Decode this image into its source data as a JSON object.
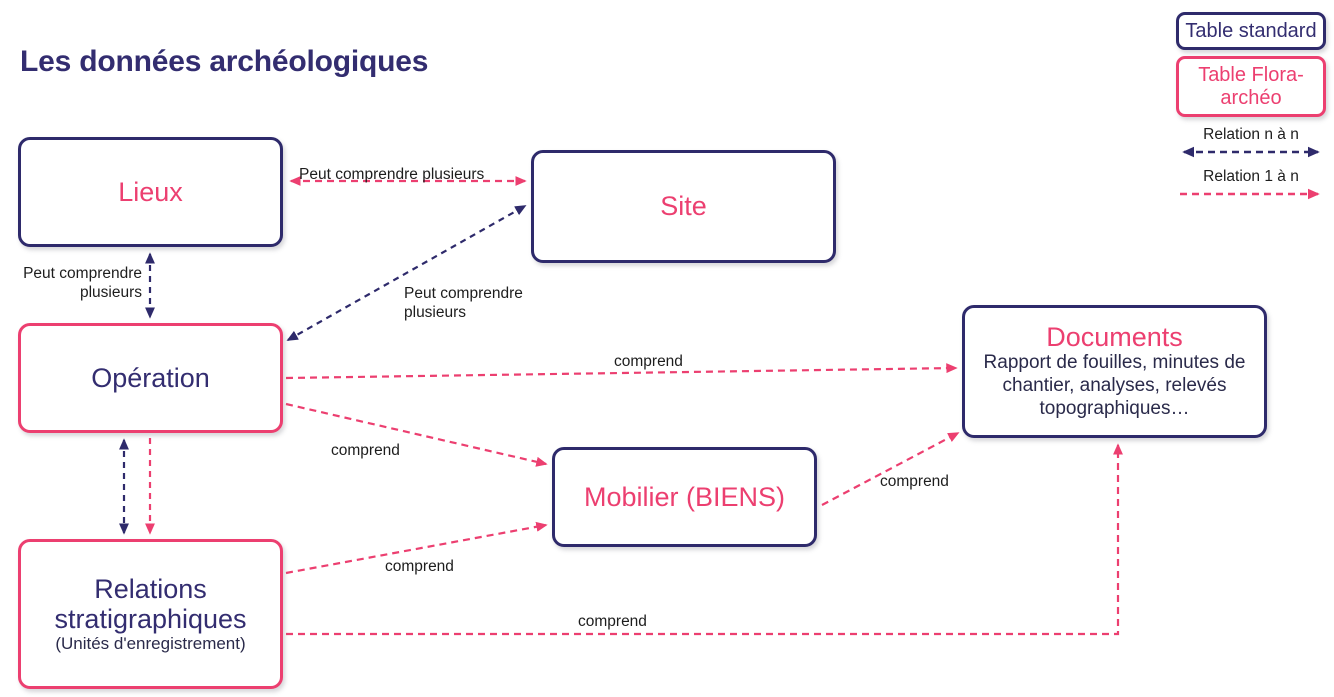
{
  "page": {
    "title": "Les données archéologiques",
    "background": "#ffffff"
  },
  "colors": {
    "navy": "#2e2a6b",
    "navy_text": "#332d70",
    "pink": "#ec3f70",
    "label_text": "#1d1d1d"
  },
  "nodes": [
    {
      "id": "lieux",
      "title": "Lieux",
      "border": "navy",
      "text_color": "pink",
      "subtitle": ""
    },
    {
      "id": "site",
      "title": "Site",
      "border": "navy",
      "text_color": "pink",
      "subtitle": ""
    },
    {
      "id": "operation",
      "title": "Opération",
      "border": "pink",
      "text_color": "navy",
      "subtitle": ""
    },
    {
      "id": "documents",
      "title": "Documents",
      "border": "navy",
      "text_color": "pink",
      "subtitle": "Rapport de fouilles, minutes de chantier, analyses, relevés topographiques…"
    },
    {
      "id": "mobilier",
      "title": "Mobilier (BIENS)",
      "border": "navy",
      "text_color": "pink",
      "subtitle": ""
    },
    {
      "id": "relations",
      "title": "Relations stratigraphiques",
      "border": "pink",
      "text_color": "navy",
      "subtitle": "(Unités d'enregistrement)"
    }
  ],
  "edges": [
    {
      "id": "lieux-site",
      "label": "Peut comprendre plusieurs",
      "relation": "1 à n",
      "color": "pink",
      "arrows": "both"
    },
    {
      "id": "lieux-operation",
      "label": "Peut comprendre\nplusieurs",
      "relation": "n à n",
      "color": "navy",
      "arrows": "both"
    },
    {
      "id": "operation-site",
      "label": "Peut comprendre\nplusieurs",
      "relation": "n à n",
      "color": "navy",
      "arrows": "both"
    },
    {
      "id": "operation-documents",
      "label": "comprend",
      "relation": "1 à n",
      "color": "pink",
      "arrows": "end"
    },
    {
      "id": "operation-mobilier",
      "label": "comprend",
      "relation": "1 à n",
      "color": "pink",
      "arrows": "end"
    },
    {
      "id": "operation-relations",
      "label": "",
      "relation": "n à n",
      "color": "navy",
      "arrows": "both"
    },
    {
      "id": "operation-relations-pink",
      "label": "",
      "relation": "1 à n",
      "color": "pink",
      "arrows": "end"
    },
    {
      "id": "relations-mobilier",
      "label": "comprend",
      "relation": "1 à n",
      "color": "pink",
      "arrows": "end"
    },
    {
      "id": "relations-documents",
      "label": "comprend",
      "relation": "1 à n",
      "color": "pink",
      "arrows": "end"
    },
    {
      "id": "mobilier-documents",
      "label": "comprend",
      "relation": "1 à n",
      "color": "pink",
      "arrows": "end"
    }
  ],
  "legend": {
    "table_standard": "Table standard",
    "table_flora": "Table Flora-archéo",
    "relation_n_n": "Relation n à n",
    "relation_1_n": "Relation 1 à n"
  }
}
